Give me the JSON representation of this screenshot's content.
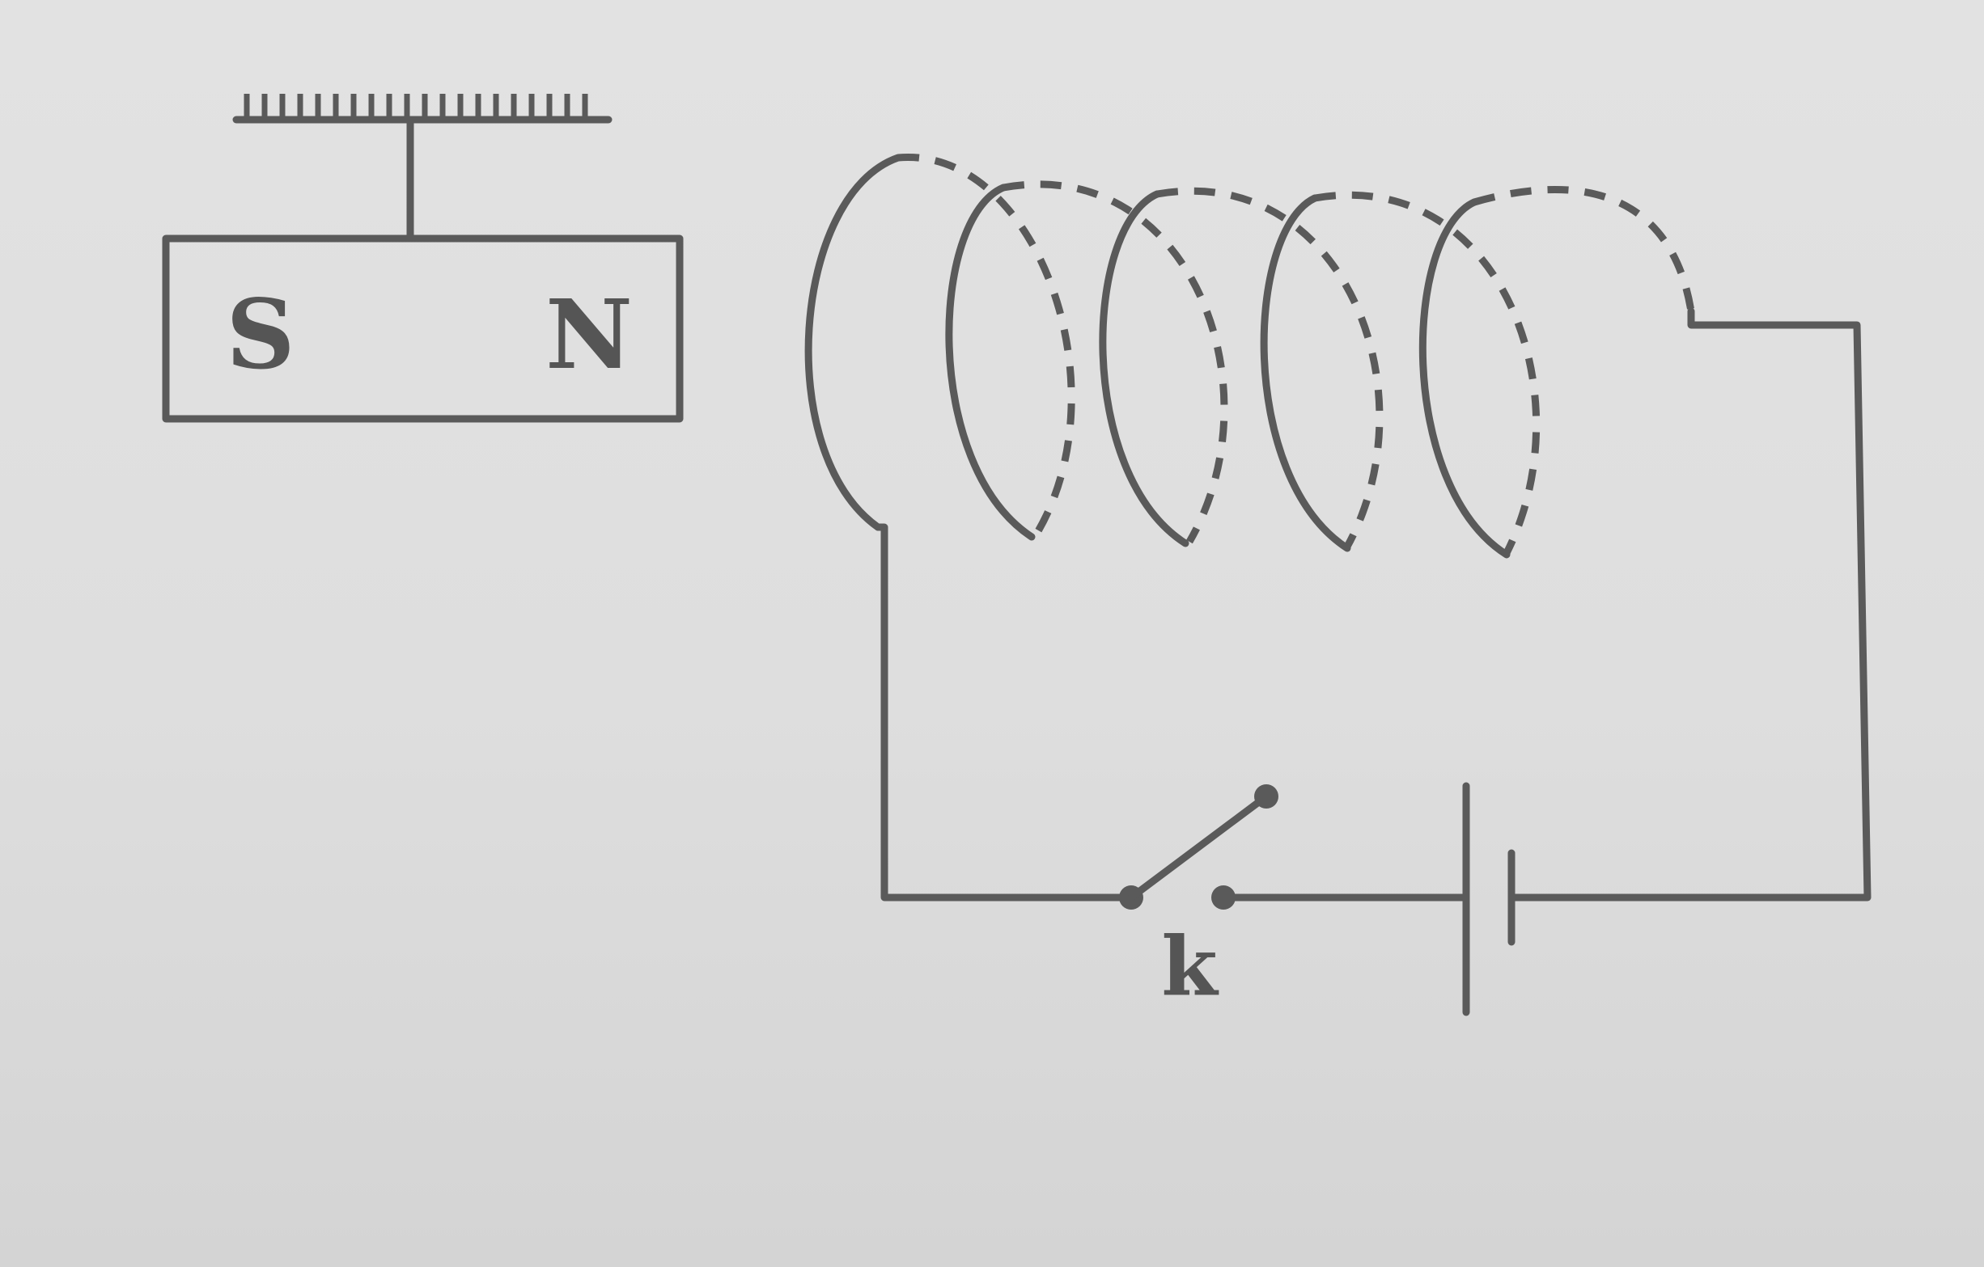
{
  "magnet": {
    "south_label": "S",
    "north_label": "N"
  },
  "circuit": {
    "switch_label": "k"
  },
  "colors": {
    "ink": "#5a5a5a",
    "paper": "#dedede"
  }
}
